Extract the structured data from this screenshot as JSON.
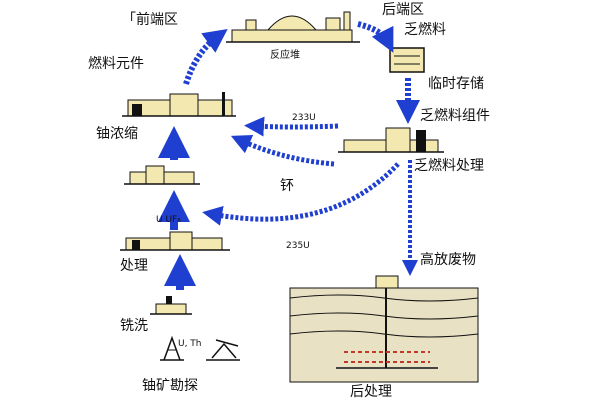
{
  "labels": {
    "front_end": "「前端区",
    "back_end": "后端区",
    "reactor": "反应堆",
    "spent_fuel_top": "乏燃料",
    "fuel_element": "燃料元件",
    "temp_storage": "临时存储",
    "spent_fuel_assembly": "乏燃料组件",
    "uranium_enrichment": "铀浓缩",
    "spent_fuel_processing": "乏燃料处理",
    "plutonium": "钚",
    "u233": "233U",
    "u235": "235U",
    "u_uf6": "U   UF₆",
    "processing": "处理",
    "high_level_waste": "高放废物",
    "milling": "铣洗",
    "u_th": "U, Th",
    "uranium_exploration": "铀矿勘探",
    "post_processing": "后处理"
  },
  "colors": {
    "arrow": "#1f3fd0",
    "facility_fill": "#f3e9b0",
    "ink": "#111111",
    "ground": "#e9e1c4",
    "waste_dash": "#c0392b"
  }
}
